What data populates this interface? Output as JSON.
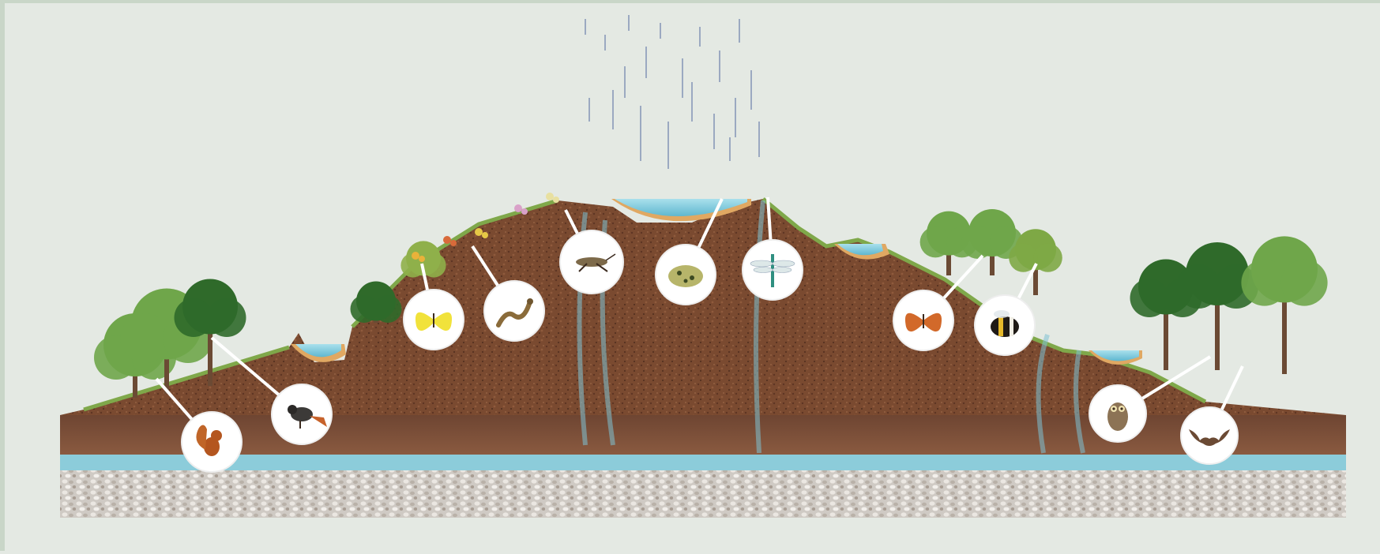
{
  "diagram": {
    "theme": {
      "background": "#e4e9e3",
      "soil": "#7a4a30",
      "soil_dark": "#5e3524",
      "subsoil": "#6b4331",
      "water": "#8fd0e0",
      "gravel": "#d8d4cf",
      "grass": "#7fa84a",
      "tree_light": "#6fa64a",
      "tree_dark": "#2f6a2a",
      "sand_edge": "#e0a862"
    },
    "species": [
      {
        "id": "squirrel",
        "icon": "squirrel-icon"
      },
      {
        "id": "redstart",
        "icon": "bird-icon"
      },
      {
        "id": "brimstone-butterfly",
        "icon": "butterfly-icon"
      },
      {
        "id": "lizard",
        "icon": "lizard-icon"
      },
      {
        "id": "grasshopper",
        "icon": "grasshopper-icon"
      },
      {
        "id": "toad",
        "icon": "toad-icon"
      },
      {
        "id": "dragonfly",
        "icon": "dragonfly-icon"
      },
      {
        "id": "map-butterfly",
        "icon": "butterfly-icon"
      },
      {
        "id": "bumblebee",
        "icon": "bee-icon"
      },
      {
        "id": "little-owl",
        "icon": "owl-icon"
      },
      {
        "id": "bat",
        "icon": "bat-icon"
      }
    ]
  }
}
